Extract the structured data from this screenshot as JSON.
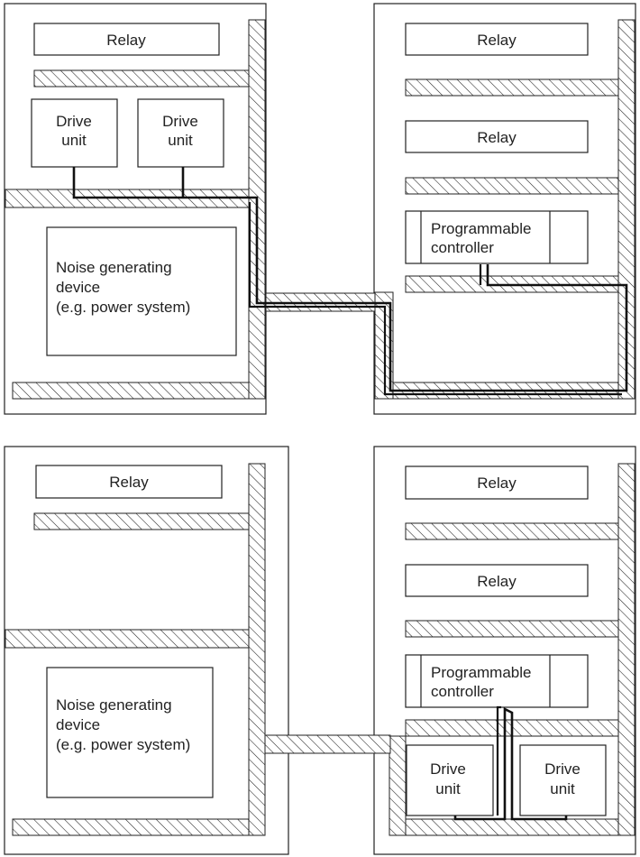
{
  "top": {
    "left": {
      "relay": "Relay",
      "drive_unit_1": [
        "Drive",
        "unit"
      ],
      "drive_unit_2": [
        "Drive",
        "unit"
      ],
      "noise": [
        "Noise generating",
        "device",
        "(e.g. power system)"
      ]
    },
    "right": {
      "relay_1": "Relay",
      "relay_2": "Relay",
      "plc": [
        "Programmable",
        "controller"
      ]
    }
  },
  "bottom": {
    "left": {
      "relay": "Relay",
      "noise": [
        "Noise generating",
        "device",
        "(e.g. power system)"
      ]
    },
    "right": {
      "relay_1": "Relay",
      "relay_2": "Relay",
      "plc": [
        "Programmable",
        "controller"
      ],
      "drive_unit_1": [
        "Drive",
        "unit"
      ],
      "drive_unit_2": [
        "Drive",
        "unit"
      ]
    }
  },
  "colors": {
    "line": "#222222",
    "background": "#ffffff"
  }
}
